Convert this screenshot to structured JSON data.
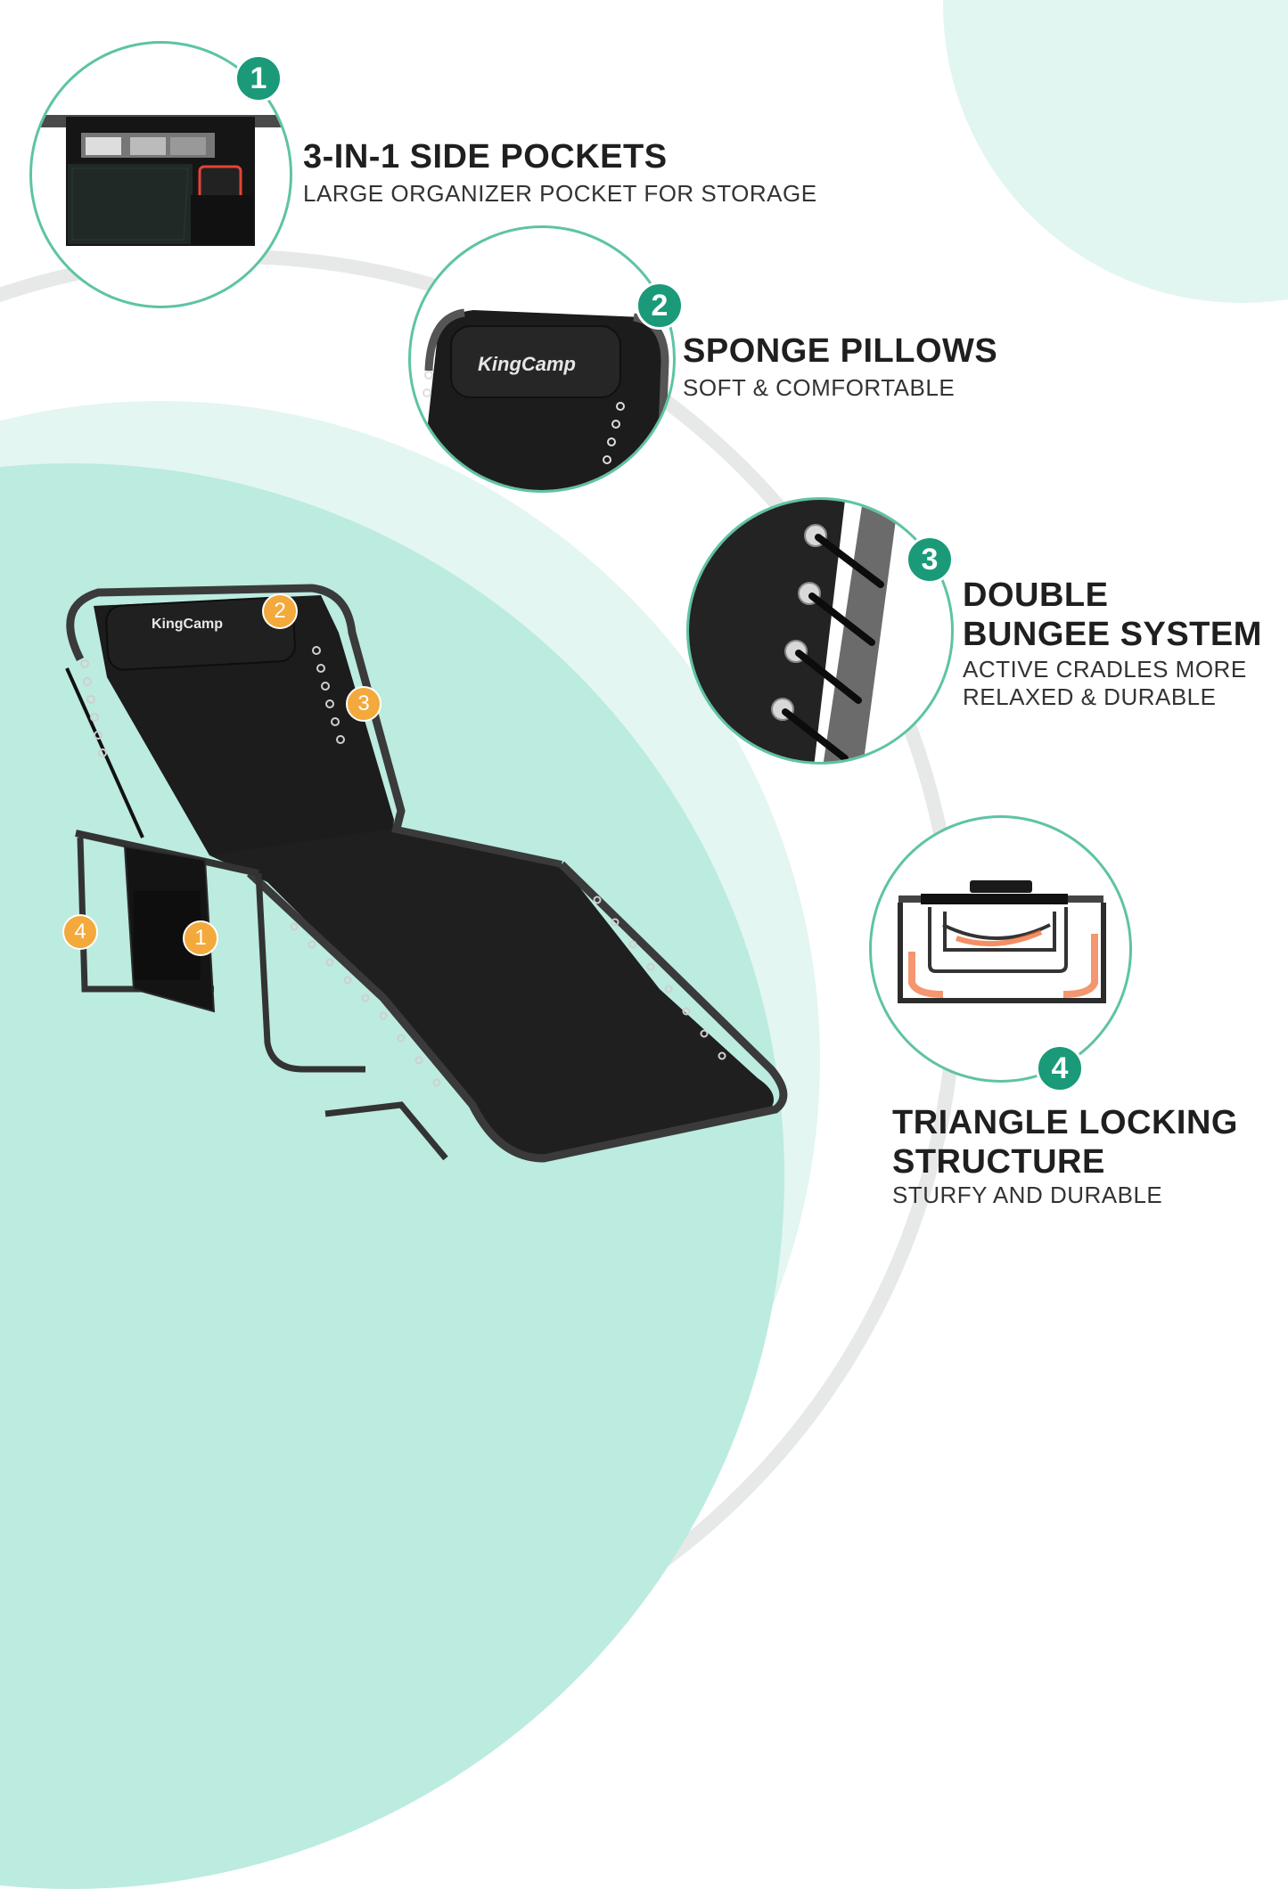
{
  "colors": {
    "accent_green": "#1a9a78",
    "circle_border": "#5ec3a6",
    "badge_orange": "#f3a93b",
    "mint_light": "#e3f6f1",
    "mint": "#bcebe0",
    "text_dark": "#1f1f1f"
  },
  "brand": "KingCamp",
  "features": [
    {
      "number": "1",
      "title": "3-IN-1 SIDE POCKETS",
      "title_lines": [
        "3-IN-1 SIDE POCKETS"
      ],
      "subtitle_lines": [
        "LARGE ORGANIZER POCKET FOR STORAGE"
      ],
      "image": "side-pocket-organizer"
    },
    {
      "number": "2",
      "title": "SPONGE PILLOWS",
      "title_lines": [
        "SPONGE PILLOWS"
      ],
      "subtitle_lines": [
        "SOFT & COMFORTABLE"
      ],
      "image": "headrest-pillow"
    },
    {
      "number": "3",
      "title": "DOUBLE BUNGEE SYSTEM",
      "title_lines": [
        "DOUBLE",
        "BUNGEE SYSTEM"
      ],
      "subtitle_lines": [
        "ACTIVE CRADLES MORE",
        "RELAXED & DURABLE"
      ],
      "image": "bungee-cord-closeup"
    },
    {
      "number": "4",
      "title": "TRIANGLE LOCKING STRUCTURE",
      "title_lines": [
        "TRIANGLE LOCKING",
        "STRUCTURE"
      ],
      "subtitle_lines": [
        "STURFY AND DURABLE"
      ],
      "image": "folded-frame"
    }
  ],
  "product_markers": [
    "2",
    "3",
    "4",
    "1"
  ]
}
